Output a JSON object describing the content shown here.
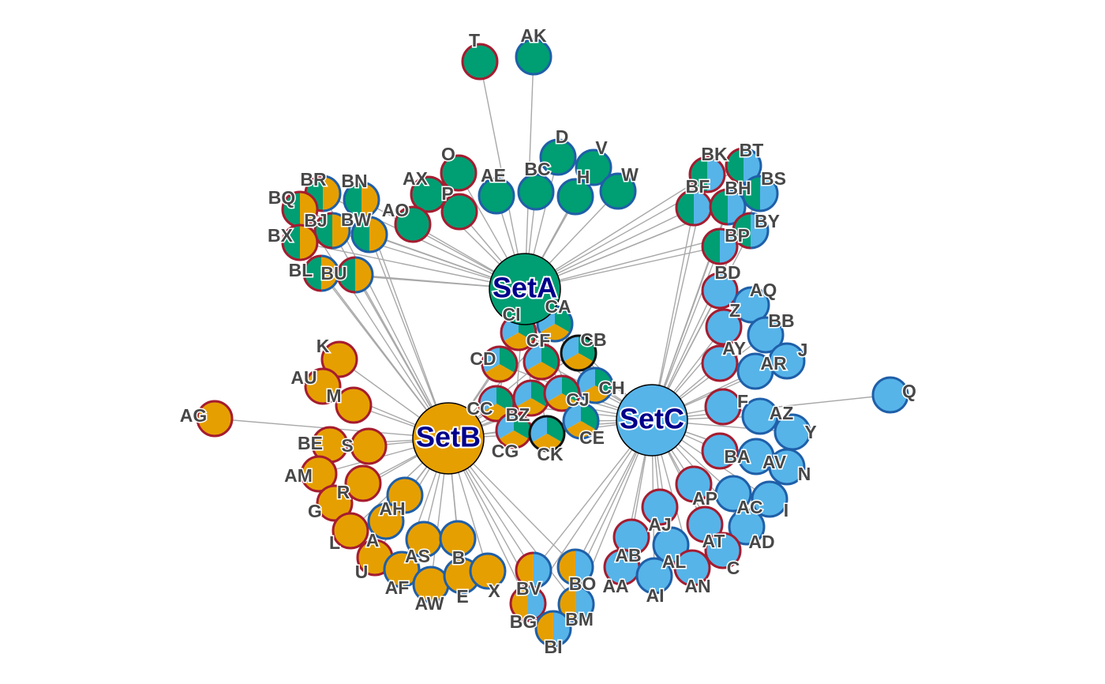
{
  "colors": {
    "SetA": "#009E73",
    "SetB": "#E69F00",
    "SetC": "#56B4E9",
    "border_red": "#A51C30",
    "border_blue": "#1F5FA8",
    "border_black": "#111111",
    "edge": "#A8A8A8",
    "label": "#474747",
    "hub_label": "#00008B"
  },
  "hubs": [
    {
      "id": "SetA",
      "label": "SetA"
    },
    {
      "id": "SetB",
      "label": "SetB"
    },
    {
      "id": "SetC",
      "label": "SetC"
    }
  ],
  "nodes": [
    {
      "id": "T",
      "sets": [
        "SetA"
      ],
      "border": "red"
    },
    {
      "id": "AK",
      "sets": [
        "SetA"
      ],
      "border": "blue"
    },
    {
      "id": "O",
      "sets": [
        "SetA"
      ],
      "border": "red"
    },
    {
      "id": "AX",
      "sets": [
        "SetA"
      ],
      "border": "red"
    },
    {
      "id": "P",
      "sets": [
        "SetA"
      ],
      "border": "red"
    },
    {
      "id": "AO",
      "sets": [
        "SetA"
      ],
      "border": "red"
    },
    {
      "id": "AE",
      "sets": [
        "SetA"
      ],
      "border": "blue"
    },
    {
      "id": "BC",
      "sets": [
        "SetA"
      ],
      "border": "blue"
    },
    {
      "id": "D",
      "sets": [
        "SetA"
      ],
      "border": "blue"
    },
    {
      "id": "V",
      "sets": [
        "SetA"
      ],
      "border": "blue"
    },
    {
      "id": "H",
      "sets": [
        "SetA"
      ],
      "border": "blue"
    },
    {
      "id": "W",
      "sets": [
        "SetA"
      ],
      "border": "blue"
    },
    {
      "id": "BR",
      "sets": [
        "SetA",
        "SetB"
      ],
      "border": "split"
    },
    {
      "id": "BN",
      "sets": [
        "SetA",
        "SetB"
      ],
      "border": "blue"
    },
    {
      "id": "BQ",
      "sets": [
        "SetA",
        "SetB"
      ],
      "border": "red"
    },
    {
      "id": "BJ",
      "sets": [
        "SetA",
        "SetB"
      ],
      "border": "split"
    },
    {
      "id": "BW",
      "sets": [
        "SetA",
        "SetB"
      ],
      "border": "blue"
    },
    {
      "id": "BX",
      "sets": [
        "SetA",
        "SetB"
      ],
      "border": "red"
    },
    {
      "id": "BL",
      "sets": [
        "SetA",
        "SetB"
      ],
      "border": "split"
    },
    {
      "id": "BU",
      "sets": [
        "SetA",
        "SetB"
      ],
      "border": "split"
    },
    {
      "id": "BK",
      "sets": [
        "SetA",
        "SetC"
      ],
      "border": "red"
    },
    {
      "id": "BT",
      "sets": [
        "SetA",
        "SetC"
      ],
      "border": "split"
    },
    {
      "id": "BS",
      "sets": [
        "SetA",
        "SetC"
      ],
      "border": "blue"
    },
    {
      "id": "BF",
      "sets": [
        "SetA",
        "SetC"
      ],
      "border": "red"
    },
    {
      "id": "BH",
      "sets": [
        "SetA",
        "SetC"
      ],
      "border": "split"
    },
    {
      "id": "BY",
      "sets": [
        "SetA",
        "SetC"
      ],
      "border": "split"
    },
    {
      "id": "BP",
      "sets": [
        "SetA",
        "SetC"
      ],
      "border": "red"
    },
    {
      "id": "K",
      "sets": [
        "SetB"
      ],
      "border": "red"
    },
    {
      "id": "AU",
      "sets": [
        "SetB"
      ],
      "border": "red"
    },
    {
      "id": "M",
      "sets": [
        "SetB"
      ],
      "border": "red"
    },
    {
      "id": "AG",
      "sets": [
        "SetB"
      ],
      "border": "red"
    },
    {
      "id": "BE",
      "sets": [
        "SetB"
      ],
      "border": "red"
    },
    {
      "id": "S",
      "sets": [
        "SetB"
      ],
      "border": "red"
    },
    {
      "id": "AM",
      "sets": [
        "SetB"
      ],
      "border": "red"
    },
    {
      "id": "R",
      "sets": [
        "SetB"
      ],
      "border": "red"
    },
    {
      "id": "G",
      "sets": [
        "SetB"
      ],
      "border": "red"
    },
    {
      "id": "AH",
      "sets": [
        "SetB"
      ],
      "border": "blue"
    },
    {
      "id": "L",
      "sets": [
        "SetB"
      ],
      "border": "red"
    },
    {
      "id": "A",
      "sets": [
        "SetB"
      ],
      "border": "blue"
    },
    {
      "id": "U",
      "sets": [
        "SetB"
      ],
      "border": "red"
    },
    {
      "id": "AS",
      "sets": [
        "SetB"
      ],
      "border": "blue"
    },
    {
      "id": "B",
      "sets": [
        "SetB"
      ],
      "border": "blue"
    },
    {
      "id": "AF",
      "sets": [
        "SetB"
      ],
      "border": "blue"
    },
    {
      "id": "AW",
      "sets": [
        "SetB"
      ],
      "border": "blue"
    },
    {
      "id": "E",
      "sets": [
        "SetB"
      ],
      "border": "blue"
    },
    {
      "id": "X",
      "sets": [
        "SetB"
      ],
      "border": "blue"
    },
    {
      "id": "BV",
      "sets": [
        "SetB",
        "SetC"
      ],
      "border": "split"
    },
    {
      "id": "BO",
      "sets": [
        "SetB",
        "SetC"
      ],
      "border": "blue"
    },
    {
      "id": "BG",
      "sets": [
        "SetB",
        "SetC"
      ],
      "border": "red"
    },
    {
      "id": "BM",
      "sets": [
        "SetB",
        "SetC"
      ],
      "border": "blue"
    },
    {
      "id": "BI",
      "sets": [
        "SetB",
        "SetC"
      ],
      "border": "blue"
    },
    {
      "id": "BD",
      "sets": [
        "SetC"
      ],
      "border": "red"
    },
    {
      "id": "AQ",
      "sets": [
        "SetC"
      ],
      "border": "blue"
    },
    {
      "id": "Z",
      "sets": [
        "SetC"
      ],
      "border": "red"
    },
    {
      "id": "BB",
      "sets": [
        "SetC"
      ],
      "border": "blue"
    },
    {
      "id": "AY",
      "sets": [
        "SetC"
      ],
      "border": "red"
    },
    {
      "id": "J",
      "sets": [
        "SetC"
      ],
      "border": "blue"
    },
    {
      "id": "AR",
      "sets": [
        "SetC"
      ],
      "border": "blue"
    },
    {
      "id": "Q",
      "sets": [
        "SetC"
      ],
      "border": "blue"
    },
    {
      "id": "F",
      "sets": [
        "SetC"
      ],
      "border": "red"
    },
    {
      "id": "AZ",
      "sets": [
        "SetC"
      ],
      "border": "blue"
    },
    {
      "id": "Y",
      "sets": [
        "SetC"
      ],
      "border": "blue"
    },
    {
      "id": "BA",
      "sets": [
        "SetC"
      ],
      "border": "red"
    },
    {
      "id": "AV",
      "sets": [
        "SetC"
      ],
      "border": "blue"
    },
    {
      "id": "N",
      "sets": [
        "SetC"
      ],
      "border": "blue"
    },
    {
      "id": "AP",
      "sets": [
        "SetC"
      ],
      "border": "red"
    },
    {
      "id": "AC",
      "sets": [
        "SetC"
      ],
      "border": "blue"
    },
    {
      "id": "I",
      "sets": [
        "SetC"
      ],
      "border": "blue"
    },
    {
      "id": "AJ",
      "sets": [
        "SetC"
      ],
      "border": "red"
    },
    {
      "id": "AT",
      "sets": [
        "SetC"
      ],
      "border": "red"
    },
    {
      "id": "AD",
      "sets": [
        "SetC"
      ],
      "border": "blue"
    },
    {
      "id": "AB",
      "sets": [
        "SetC"
      ],
      "border": "red"
    },
    {
      "id": "AL",
      "sets": [
        "SetC"
      ],
      "border": "blue"
    },
    {
      "id": "C",
      "sets": [
        "SetC"
      ],
      "border": "red"
    },
    {
      "id": "AA",
      "sets": [
        "SetC"
      ],
      "border": "red"
    },
    {
      "id": "AI",
      "sets": [
        "SetC"
      ],
      "border": "blue"
    },
    {
      "id": "AN",
      "sets": [
        "SetC"
      ],
      "border": "red"
    },
    {
      "id": "CI",
      "sets": [
        "SetA",
        "SetB",
        "SetC"
      ],
      "border": "red"
    },
    {
      "id": "CA",
      "sets": [
        "SetA",
        "SetB",
        "SetC"
      ],
      "border": "blue"
    },
    {
      "id": "CF",
      "sets": [
        "SetA",
        "SetB",
        "SetC"
      ],
      "border": "red"
    },
    {
      "id": "CB",
      "sets": [
        "SetA",
        "SetB",
        "SetC"
      ],
      "border": "black"
    },
    {
      "id": "CD",
      "sets": [
        "SetA",
        "SetB",
        "SetC"
      ],
      "border": "red"
    },
    {
      "id": "CH",
      "sets": [
        "SetA",
        "SetB",
        "SetC"
      ],
      "border": "blue"
    },
    {
      "id": "CC",
      "sets": [
        "SetA",
        "SetB",
        "SetC"
      ],
      "border": "red"
    },
    {
      "id": "BZ",
      "sets": [
        "SetA",
        "SetB",
        "SetC"
      ],
      "border": "red"
    },
    {
      "id": "CJ",
      "sets": [
        "SetA",
        "SetB",
        "SetC"
      ],
      "border": "red"
    },
    {
      "id": "CG",
      "sets": [
        "SetA",
        "SetB",
        "SetC"
      ],
      "border": "red"
    },
    {
      "id": "CK",
      "sets": [
        "SetA",
        "SetB",
        "SetC"
      ],
      "border": "black"
    },
    {
      "id": "CE",
      "sets": [
        "SetA",
        "SetB",
        "SetC"
      ],
      "border": "blue"
    }
  ]
}
